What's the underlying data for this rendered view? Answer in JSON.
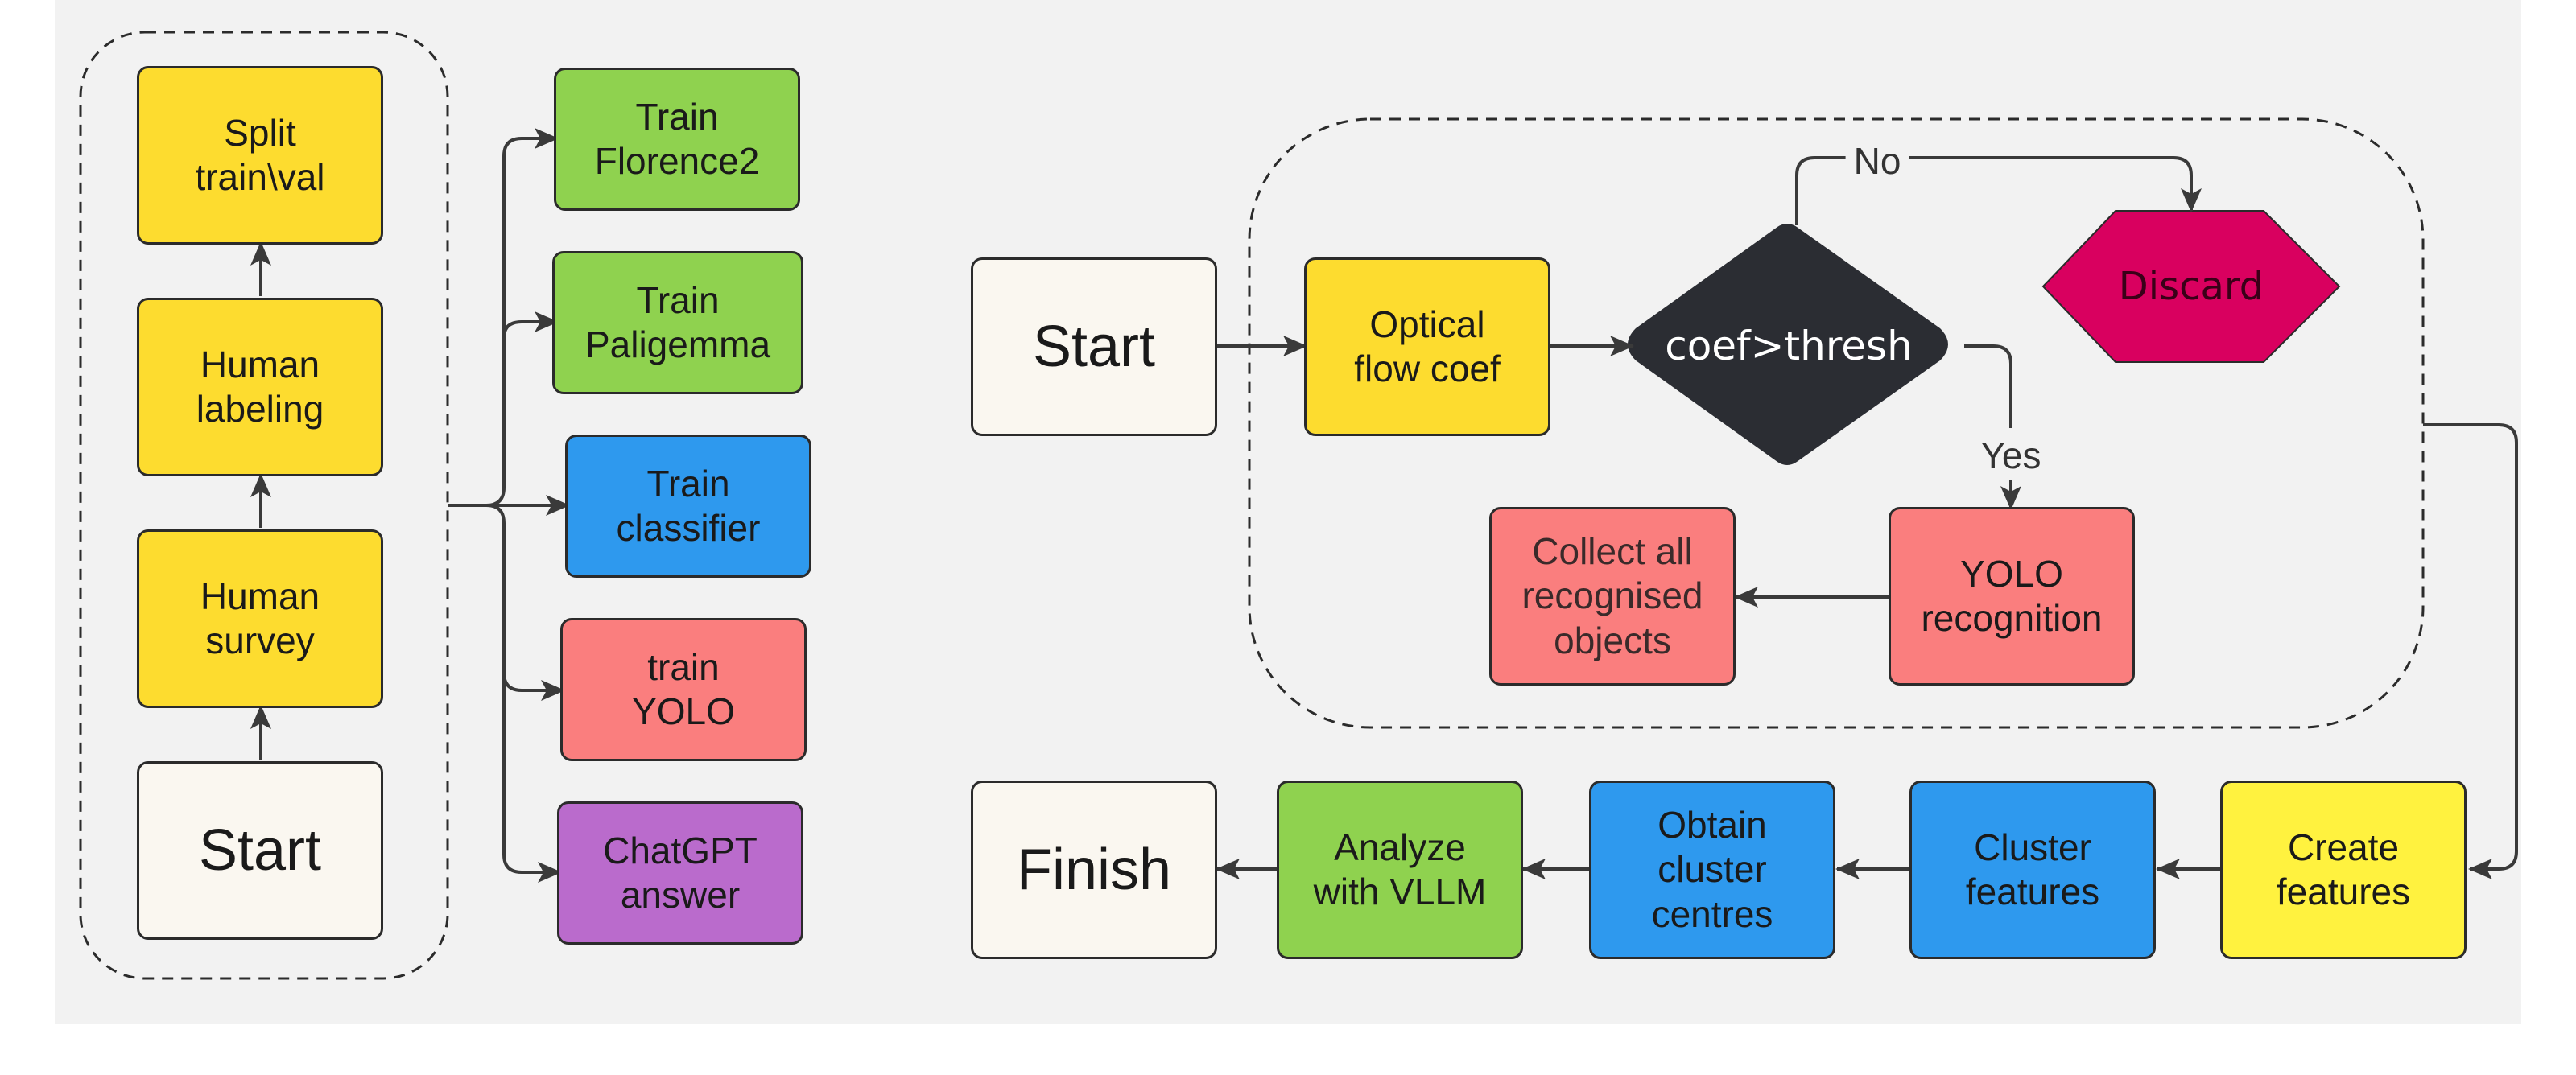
{
  "colors": {
    "yellow": "#fddc2f",
    "bright_yellow": "#fff23f",
    "green": "#8fd24f",
    "blue": "#2e99ee",
    "red": "#fa7e7e",
    "purple": "#ba6bcc",
    "cream": "#faf7f0",
    "diamond": "#2b2d33",
    "discard": "#d9005f",
    "line": "#3a3a3a",
    "background": "#f2f2f2"
  },
  "left_flow": {
    "start": "Start",
    "human_survey": "Human\nsurvey",
    "human_labeling": "Human\nlabeling",
    "split": "Split\ntrain\\val"
  },
  "training": {
    "florence": "Train\nFlorence2",
    "paligemma": "Train\nPaligemma",
    "classifier": "Train\nclassifier",
    "yolo": "train\nYOLO",
    "chatgpt": "ChatGPT\nanswer"
  },
  "right_flow": {
    "start": "Start",
    "optical_flow": "Optical\nflow coef",
    "decision": "coef>thresh",
    "no_label": "No",
    "yes_label": "Yes",
    "discard": "Discard",
    "yolo_recognition": "YOLO\nrecognition",
    "collect": "Collect all\nrecognised\nobjects",
    "create_features": "Create\nfeatures",
    "cluster_features": "Cluster\nfeatures",
    "cluster_centres": "Obtain\ncluster\ncentres",
    "analyze": "Analyze\nwith VLLM",
    "finish": "Finish"
  }
}
